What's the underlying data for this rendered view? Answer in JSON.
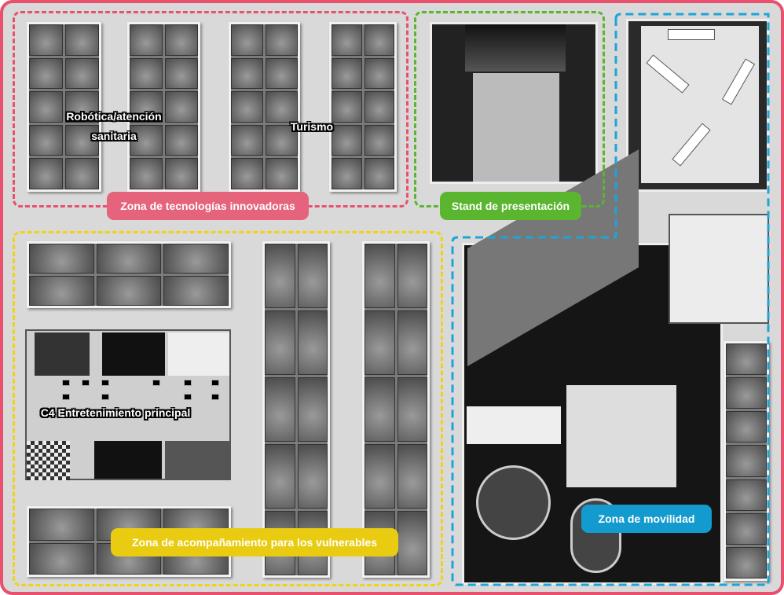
{
  "zones": {
    "tech": {
      "label": "Zona de tecnologías innovadoras",
      "color": "#e8506e"
    },
    "stand": {
      "label": "Stand de presentación",
      "color": "#5ab52f"
    },
    "vulnerable": {
      "label": "Zona de acompañamiento para los vulnerables",
      "color": "#f0d21a"
    },
    "mobility": {
      "label": "Zona de movilidad",
      "color": "#1ea5d8"
    }
  },
  "areas": {
    "robotics": "Robótica/atención sanitaria",
    "tourism": "Turismo",
    "entertainment": "C4 Entretenimiento principal"
  }
}
